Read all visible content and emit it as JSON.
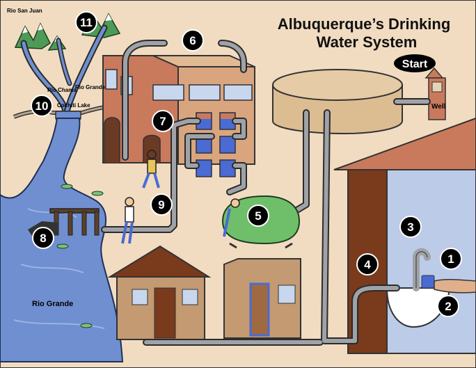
{
  "title_line1": "Albuquerque’s Drinking",
  "title_line2": "Water System",
  "start_label": "Start",
  "labels": {
    "rio_san_juan": "Rio San Juan",
    "rio_chama": "Rio Chama",
    "rio_grande_upper": "Rio Grande",
    "cochiti_lake": "Cochiti Lake",
    "rio_grande_lower": "Rio Grande",
    "well": "Well"
  },
  "steps": [
    "1",
    "2",
    "3",
    "4",
    "5",
    "6",
    "7",
    "8",
    "9",
    "10",
    "11"
  ],
  "colors": {
    "ground": "#f1dcc2",
    "river": "#6f8fd0",
    "building": "#d9a57f",
    "brick": "#c97a5c",
    "pipe": "#a0a3a8",
    "tank": "#dcbd92",
    "house_wall": "#c39a72",
    "blue_wall": "#bccbe8"
  }
}
